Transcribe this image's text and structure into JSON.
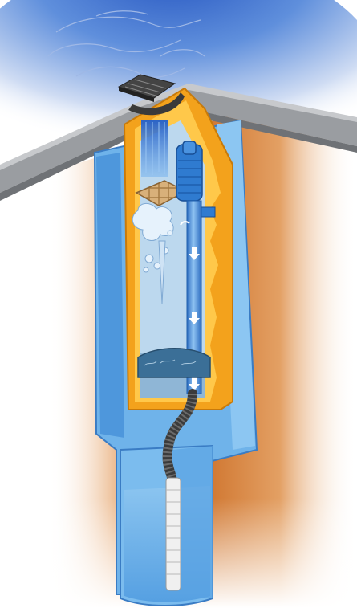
{
  "figure": {
    "type": "cutaway-illustration",
    "text_labels": [],
    "components": [
      "water-surface",
      "deck",
      "skimmer-lid",
      "skimmer-housing",
      "incoming-water-stream",
      "skimmer-basket",
      "filter-pad",
      "air-bubbles",
      "pump-motor",
      "discharge-pipe",
      "flow-arrows",
      "debris-tray",
      "flexible-hose",
      "intake-strainer",
      "lower-well"
    ],
    "colors": {
      "sky": "#2f62c8",
      "soil": "#d07a35",
      "housing_blue": "#5aa7e2",
      "insulation_orange": "#f3a21c",
      "deck_gray": "#8c8f93",
      "pipe_blue": "#3f86d6"
    }
  }
}
